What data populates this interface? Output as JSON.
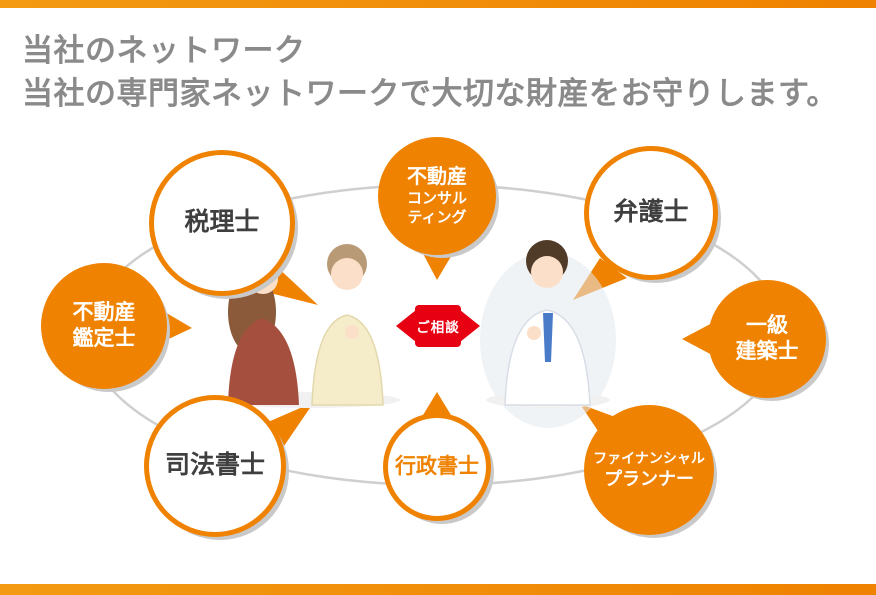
{
  "page": {
    "title_line1": "当社のネットワーク",
    "title_line2": "当社の専門家ネットワークで大切な財産をお守りします。"
  },
  "diagram": {
    "consult_label": "ご相談",
    "nodes": {
      "tax": {
        "lines": [
          "税理士"
        ]
      },
      "consulting": {
        "lines": [
          "不動産",
          "コンサル",
          "ティング"
        ]
      },
      "lawyer": {
        "lines": [
          "弁護士"
        ]
      },
      "appraiser": {
        "lines": [
          "不動産",
          "鑑定士"
        ]
      },
      "architect": {
        "lines": [
          "一級",
          "建築士"
        ]
      },
      "judicial": {
        "lines": [
          "司法書士"
        ]
      },
      "gyosei": {
        "lines": [
          "行政書士"
        ]
      },
      "fp": {
        "lines": [
          "ファイナンシャル",
          "プランナー"
        ]
      }
    }
  },
  "colors": {
    "accent_orange": "#ef8200",
    "arrow_red": "#e60012",
    "title_gray": "#8a8a8a",
    "ring_gray": "#c9c9c9"
  }
}
